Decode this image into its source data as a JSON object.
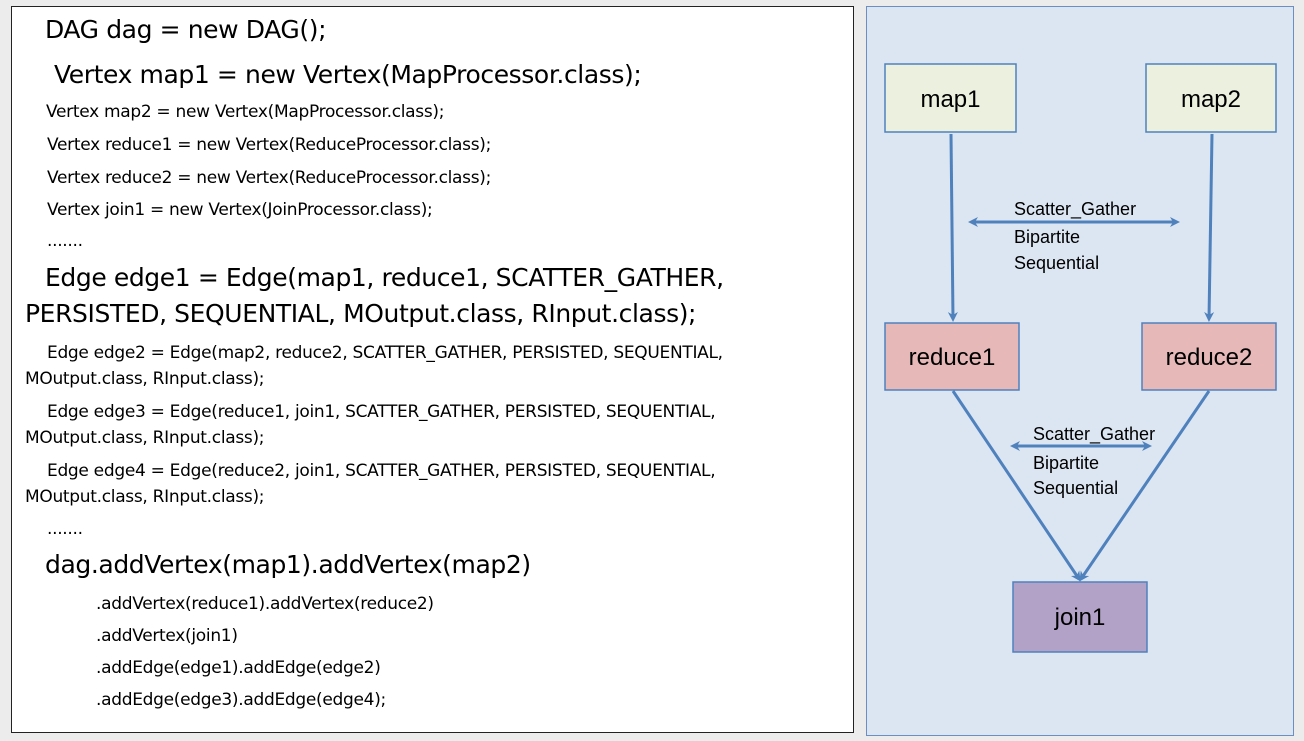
{
  "code": {
    "line1": "DAG dag = new DAG();",
    "line2": "Vertex map1 = new Vertex(MapProcessor.class);",
    "line3": "Vertex map2 = new Vertex(MapProcessor.class);",
    "line4": "Vertex reduce1 = new Vertex(ReduceProcessor.class);",
    "line5": "Vertex reduce2 = new Vertex(ReduceProcessor.class);",
    "line6": "Vertex join1 = new Vertex(JoinProcessor.class);",
    "line7": ".......",
    "line8": "Edge edge1 = Edge(map1, reduce1, SCATTER_GATHER,",
    "line9": "PERSISTED, SEQUENTIAL, MOutput.class, RInput.class);",
    "line10": "Edge edge2 = Edge(map2, reduce2, SCATTER_GATHER, PERSISTED, SEQUENTIAL,",
    "line11": "MOutput.class, RInput.class);",
    "line12": "Edge edge3 = Edge(reduce1, join1, SCATTER_GATHER, PERSISTED, SEQUENTIAL,",
    "line13": "MOutput.class, RInput.class);",
    "line14": "Edge edge4 = Edge(reduce2, join1, SCATTER_GATHER, PERSISTED, SEQUENTIAL,",
    "line15": "MOutput.class, RInput.class);",
    "line16": ".......",
    "line17": "dag.addVertex(map1).addVertex(map2)",
    "line18": ".addVertex(reduce1).addVertex(reduce2)",
    "line19": ".addVertex(join1)",
    "line20": ".addEdge(edge1).addEdge(edge2)",
    "line21": ".addEdge(edge3).addEdge(edge4);"
  },
  "diagram": {
    "nodes": {
      "map1": "map1",
      "map2": "map2",
      "reduce1": "reduce1",
      "reduce2": "reduce2",
      "join1": "join1"
    },
    "edge_labels_top": {
      "line1": "Scatter_Gather",
      "line2": "Bipartite",
      "line3": "Sequential"
    },
    "edge_labels_bottom": {
      "line1": "Scatter_Gather",
      "line2": "Bipartite",
      "line3": "Sequential"
    }
  },
  "colors": {
    "map_fill": "#ebf1de",
    "reduce_fill": "#e6b9b8",
    "join_fill": "#b3a2c7",
    "node_border": "#4f81bd",
    "arrow": "#4f81bd",
    "panel_bg": "#dce6f2"
  }
}
